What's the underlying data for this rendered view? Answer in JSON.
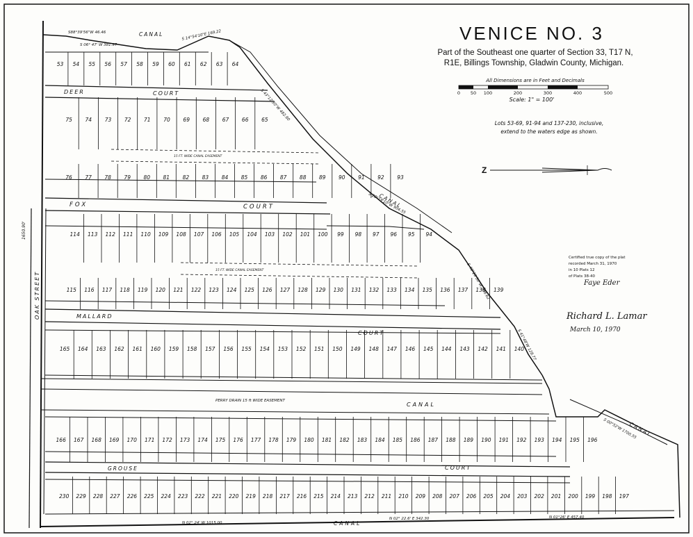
{
  "title": "VENICE NO. 3",
  "subtitle_line1": "Part of the Southeast one quarter of Section 33, T17 N,",
  "subtitle_line2": "R1E, Billings Township, Gladwin County, Michigan.",
  "dimensions_note": "All Dimensions are in Feet and Decimals",
  "scale_ticks": [
    "0",
    "50",
    "100",
    "200",
    "300",
    "400",
    "500"
  ],
  "scale_label": "Scale: 1\" = 100'",
  "lots_note_line1": "Lots 53-69, 91-94 and 137-230, inclusive,",
  "lots_note_line2": "extend to the waters edge as shown.",
  "north_arrow_label": "Z",
  "streets": {
    "deer": "DEER",
    "deer_court": "COURT",
    "fox": "FOX",
    "fox_court": "COURT",
    "mallard": "MALLARD",
    "mallard_court": "COURT",
    "grouse": "GROUSE",
    "grouse_court": "COURT",
    "oak_street": "OAK STREET"
  },
  "water": {
    "canal_top": "CANAL",
    "canal_right": "CANAL",
    "canal_mid": "CANAL",
    "canal_bottom": "CANAL",
    "canal_far_right": "CANAL",
    "drain": "PERRY DRAIN 15 ft WIDE EASEMENT"
  },
  "easements": {
    "upper": "15 FT. WIDE CANAL EASEMENT",
    "lower": "15 FT. WIDE CANAL EASEMENT"
  },
  "bearings": {
    "top_left": "S88°39'56\"W 46.46",
    "top_canal": "S 06° 47' W 381.97",
    "top_diag": "S 14°54'10\"E 169.22",
    "right_diag": "S 43°12'30\"W 482.80",
    "canal_diag": "S 28°19'10\"W 904.55",
    "mid_diag": "S 40°20'30\"W 588.62",
    "lower_diag": "S 41°48'W 128.77",
    "bottom_a": "N 02° 24' W 1015.00",
    "bottom_b": "N 02° 22.6' E 342.30",
    "bottom_c": "N 01°26' E 457.40",
    "far_right": "S 00°52'W 1700.55",
    "west_line": "1650.90'"
  },
  "certification": {
    "line1": "Certified true copy of the plat",
    "line2": "recorded March 31, 1970",
    "line3": "in 10 Plats 12",
    "line4": "of Plats 38-40",
    "signature1": "Faye Eder",
    "signature2": "Richard L. Lamar",
    "date": "March 10, 1970"
  },
  "lots": {
    "row_a": [
      "53",
      "54",
      "55",
      "56",
      "57",
      "58",
      "59",
      "60",
      "61",
      "62",
      "63",
      "64"
    ],
    "row_b": [
      "75",
      "74",
      "73",
      "72",
      "71",
      "70",
      "69",
      "68",
      "67",
      "66",
      "65"
    ],
    "row_b2": [
      "76",
      "77",
      "78",
      "79",
      "80",
      "81",
      "82",
      "83",
      "84",
      "85",
      "86",
      "87",
      "88",
      "89",
      "90",
      "91",
      "92",
      "93"
    ],
    "row_c": [
      "114",
      "113",
      "112",
      "111",
      "110",
      "109",
      "108",
      "107",
      "106",
      "105",
      "104",
      "103",
      "102",
      "101",
      "100",
      "99",
      "98",
      "97",
      "96",
      "95",
      "94"
    ],
    "row_d": [
      "115",
      "116",
      "117",
      "118",
      "119",
      "120",
      "121",
      "122",
      "123",
      "124",
      "125",
      "126",
      "127",
      "128",
      "129",
      "130",
      "131",
      "132",
      "133",
      "134",
      "135",
      "136",
      "137",
      "138",
      "139"
    ],
    "row_e": [
      "165",
      "164",
      "163",
      "162",
      "161",
      "160",
      "159",
      "158",
      "157",
      "156",
      "155",
      "154",
      "153",
      "152",
      "151",
      "150",
      "149",
      "148",
      "147",
      "146",
      "145",
      "144",
      "143",
      "142",
      "141",
      "140"
    ],
    "row_f": [
      "166",
      "167",
      "168",
      "169",
      "170",
      "171",
      "172",
      "173",
      "174",
      "175",
      "176",
      "177",
      "178",
      "179",
      "180",
      "181",
      "182",
      "183",
      "184",
      "185",
      "186",
      "187",
      "188",
      "189",
      "190",
      "191",
      "192",
      "193",
      "194",
      "195",
      "196"
    ],
    "row_g": [
      "230",
      "229",
      "228",
      "227",
      "226",
      "225",
      "224",
      "223",
      "222",
      "221",
      "220",
      "219",
      "218",
      "217",
      "216",
      "215",
      "214",
      "213",
      "212",
      "211",
      "210",
      "209",
      "208",
      "207",
      "206",
      "205",
      "204",
      "203",
      "202",
      "201",
      "200",
      "199",
      "198",
      "197"
    ]
  }
}
